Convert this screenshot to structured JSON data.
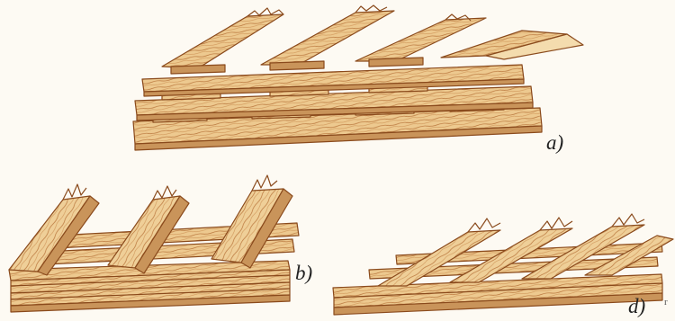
{
  "labels": {
    "a": "a)",
    "b": "b)",
    "d": "d)",
    "mark": "r"
  },
  "colors": {
    "wood": "#edc98f",
    "woodLight": "#f4dcae",
    "ink": "#8a4a1c",
    "background": "#fdfaf3"
  }
}
